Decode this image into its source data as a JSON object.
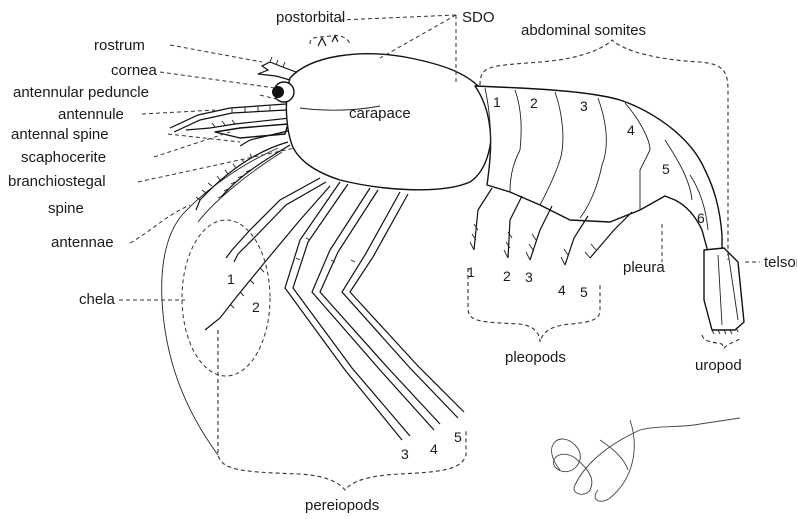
{
  "labels": {
    "postorbital": "postorbital",
    "sdo": "SDO",
    "abdominal_somites": "abdominal somites",
    "rostrum": "rostrum",
    "cornea": "cornea",
    "antennular_peduncle": "antennular peduncle",
    "antennule": "antennule",
    "antennal_spine": "antennal spine",
    "scaphocerite": "scaphocerite",
    "branchiostegal_spine_line1": "branchiostegal",
    "branchiostegal_spine_line2": "spine",
    "antennae": "antennae",
    "chela": "chela",
    "carapace": "carapace",
    "pleura": "pleura",
    "telson": "telson",
    "pleopods": "pleopods",
    "uropod": "uropod",
    "pereiopods": "pereiopods"
  },
  "somite_numbers": [
    "1",
    "2",
    "3",
    "4",
    "5",
    "6"
  ],
  "pleopod_numbers": [
    "1",
    "2",
    "3",
    "4",
    "5"
  ],
  "chela_numbers": [
    "1",
    "2"
  ],
  "pereiopod_numbers": [
    "3",
    "4",
    "5"
  ]
}
